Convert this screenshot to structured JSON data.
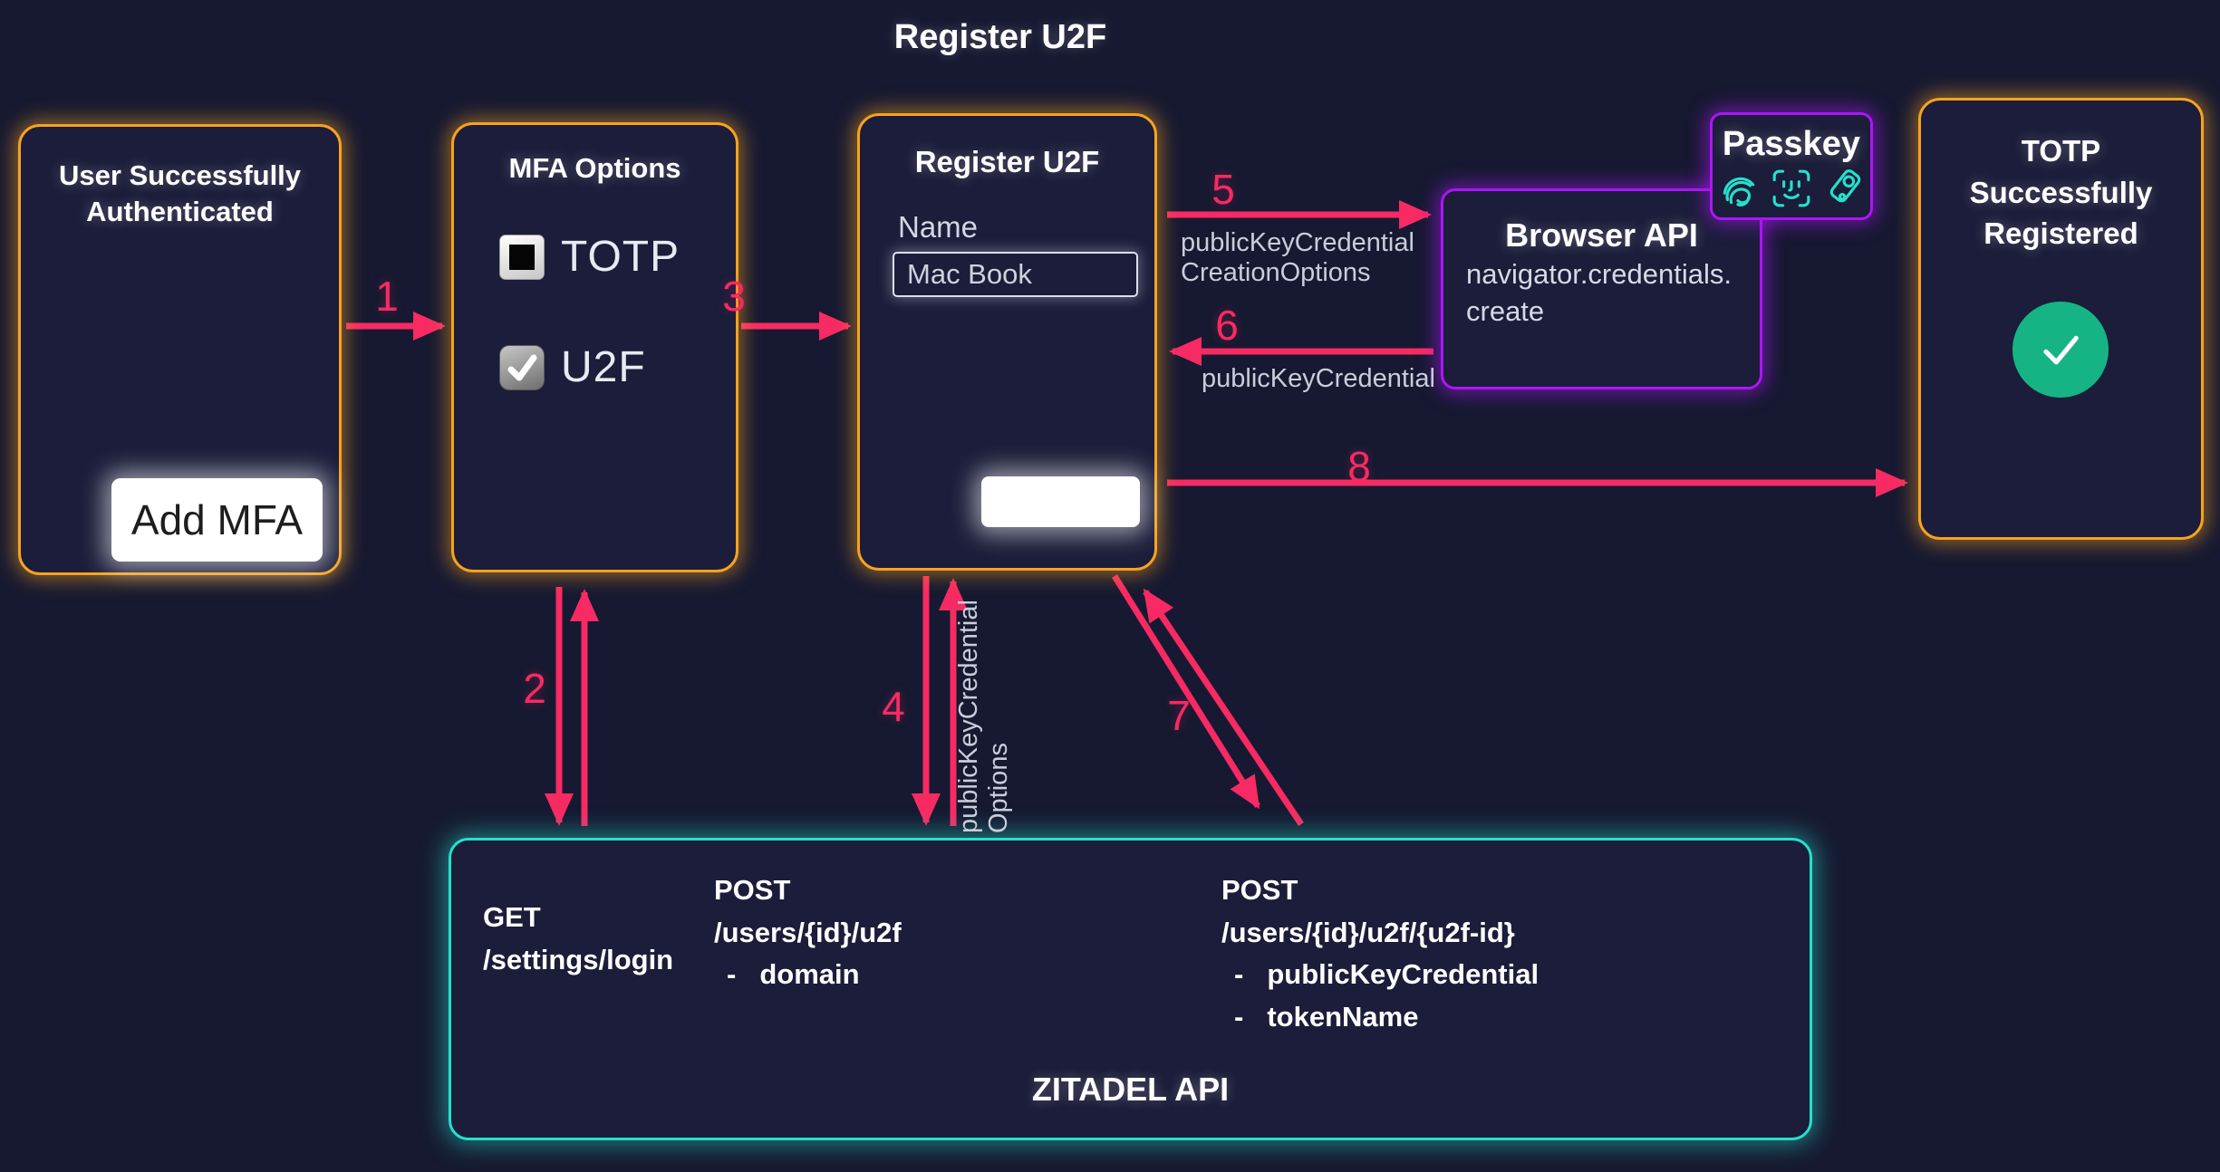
{
  "title": "Register U2F",
  "colors": {
    "background": "#161931",
    "box_fill": "#1b1d3a",
    "accent_pink": "#f72a63",
    "accent_orange": "#f7a21f",
    "accent_teal": "#25e0cb",
    "accent_purple": "#ab16f5",
    "success_green": "#16b485"
  },
  "boxes": {
    "user_authenticated": {
      "title": "User Successfully Authenticated",
      "button_label": "Add MFA"
    },
    "mfa_options": {
      "title": "MFA Options",
      "options": [
        {
          "label": "TOTP",
          "checked": false
        },
        {
          "label": "U2F",
          "checked": true
        }
      ]
    },
    "register_u2f": {
      "title": "Register U2F",
      "name_label": "Name",
      "name_value": "Mac Book",
      "button_label": ""
    },
    "browser_api": {
      "title": "Browser API",
      "line1": "navigator.credentials.",
      "line2": "create"
    },
    "passkey": {
      "title": "Passkey",
      "icons": [
        "fingerprint-icon",
        "face-id-icon",
        "security-key-icon"
      ]
    },
    "totp_registered": {
      "title": "TOTP Successfully Registered"
    },
    "zitadel_api": {
      "title": "ZITADEL API",
      "bullet": "-",
      "endpoints": [
        {
          "method": "GET",
          "path": "/settings/login",
          "params": []
        },
        {
          "method": "POST",
          "path": "/users/{id}/u2f",
          "params": [
            "domain"
          ]
        },
        {
          "method": "POST",
          "path": "/users/{id}/u2f/{u2f-id}",
          "params": [
            "publicKeyCredential",
            "tokenName"
          ]
        }
      ]
    }
  },
  "arrows": {
    "n1": {
      "label": "1"
    },
    "n2": {
      "label": "2"
    },
    "n3": {
      "label": "3"
    },
    "n4": {
      "label": "4",
      "caption_line1": "publicKeyCredential",
      "caption_line2": "Options"
    },
    "n5": {
      "label": "5",
      "caption_line1": "publicKeyCredential",
      "caption_line2": "CreationOptions"
    },
    "n6": {
      "label": "6",
      "caption": "publicKeyCredential"
    },
    "n7": {
      "label": "7"
    },
    "n8": {
      "label": "8"
    }
  }
}
